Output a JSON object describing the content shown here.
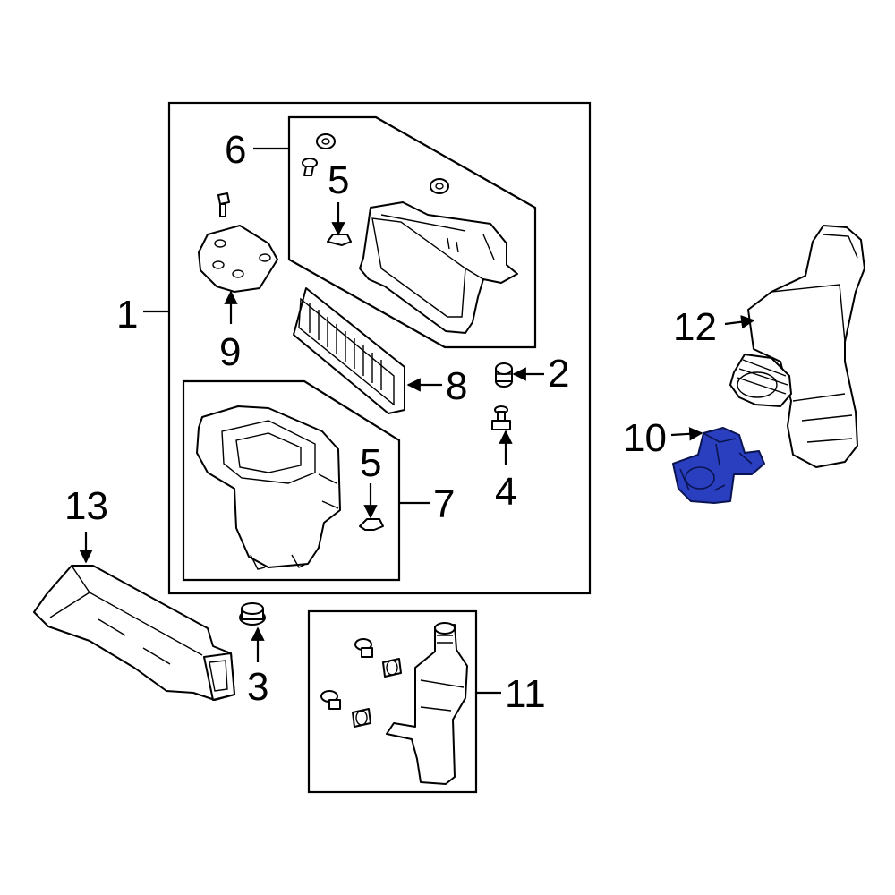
{
  "callouts": {
    "c1": "1",
    "c2": "2",
    "c3": "3",
    "c4": "4",
    "c5a": "5",
    "c5b": "5",
    "c6": "6",
    "c7": "7",
    "c8": "8",
    "c9": "9",
    "c10": "10",
    "c11": "11",
    "c12": "12",
    "c13": "13"
  },
  "highlighted_part": "10",
  "colors": {
    "highlight": "#2a3fc0",
    "line": "#000000",
    "background": "#ffffff"
  }
}
